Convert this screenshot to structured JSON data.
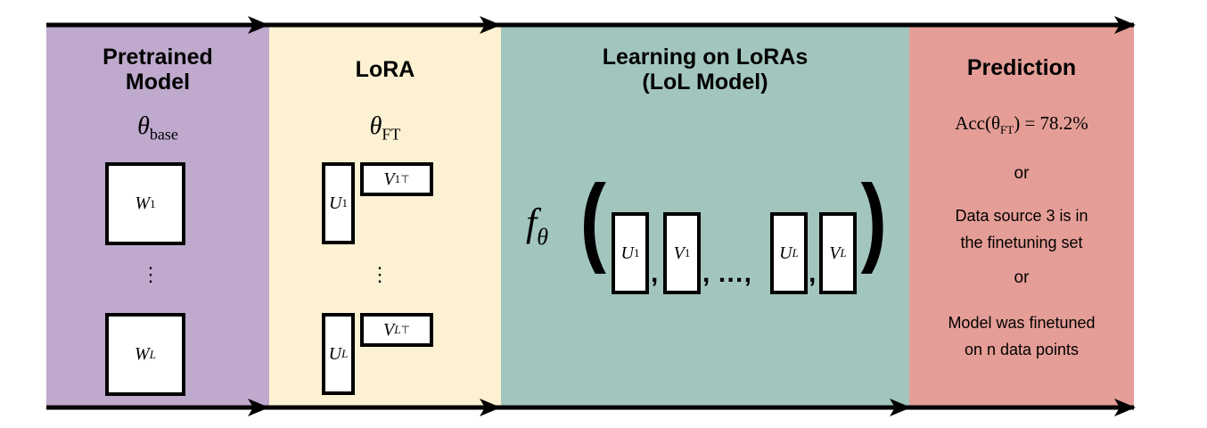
{
  "colors": {
    "pretrained": "#bfa9cd",
    "lora": "#fcf1d2",
    "lol": "#a2c6be",
    "prediction": "#e59e97"
  },
  "panels": {
    "pretrained": {
      "title_line1": "Pretrained",
      "title_line2": "Model",
      "symbol": "θ",
      "symbol_sub": "base",
      "w1": "W",
      "w1_sub": "1",
      "wl": "W",
      "wl_sub": "L",
      "dots": "⋮"
    },
    "lora": {
      "title": "LoRA",
      "symbol": "θ",
      "symbol_sub": "FT",
      "u1": "U",
      "u1_sub": "1",
      "v1": "V",
      "v1_sub": "1",
      "vt": "⊤",
      "ul": "U",
      "ul_sub": "L",
      "vl": "V",
      "vl_sub": "L",
      "dots": "⋮"
    },
    "lol": {
      "title_line1": "Learning on LoRAs",
      "title_line2": "(LoL Model)",
      "f": "f",
      "f_sub": "θ",
      "open": "(",
      "close": ")",
      "u1": "U",
      "u1_sub": "1",
      "v1": "V",
      "v1_sub": "1",
      "ul": "U",
      "ul_sub": "L",
      "vl": "V",
      "vl_sub": "L",
      "comma": ",",
      "ellipsis": ", …,"
    },
    "prediction": {
      "title": "Prediction",
      "acc": "Acc(θ",
      "acc_sub": "FT",
      "acc_rest": ") = 78.2%",
      "or1": "or",
      "line1a": "Data source 3 is in",
      "line1b": "the finetuning set",
      "or2": "or",
      "line2a": "Model was finetuned",
      "line2b": "on n data points"
    }
  }
}
